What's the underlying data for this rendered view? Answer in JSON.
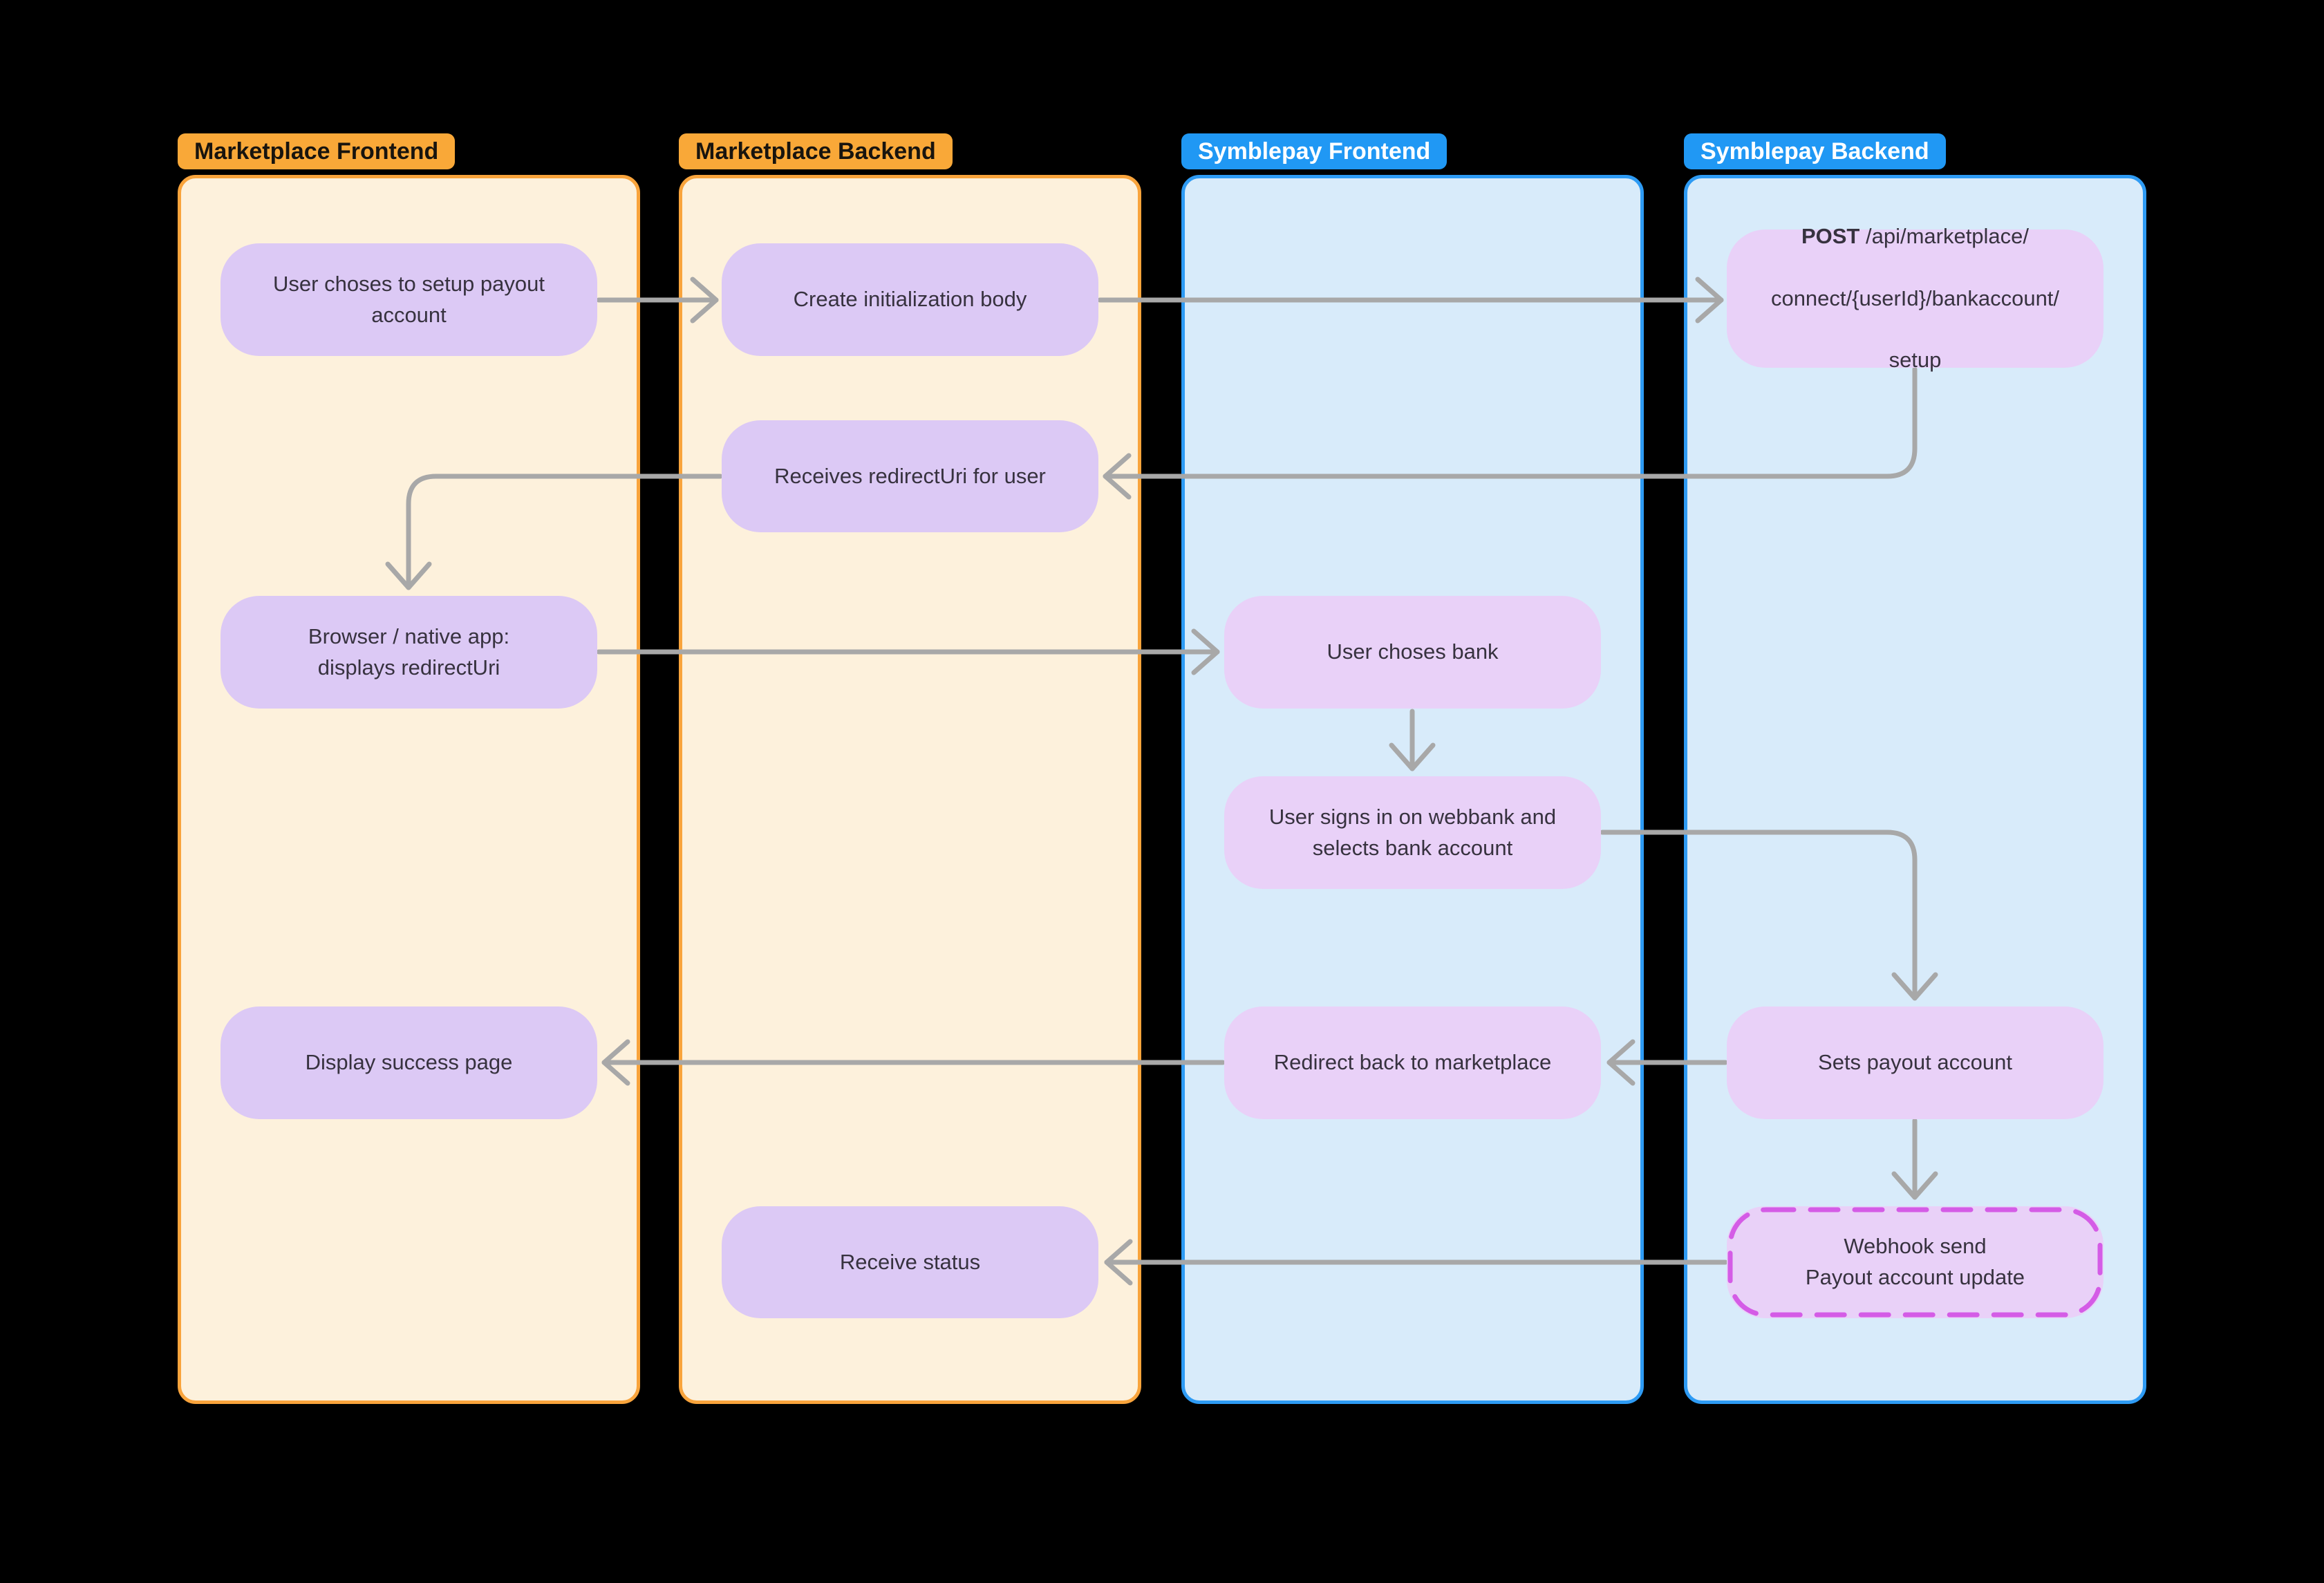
{
  "diagram": {
    "title": "Payout account setup flow",
    "lanes": [
      {
        "id": "marketplace-frontend",
        "label": "Marketplace Frontend",
        "theme": "orange"
      },
      {
        "id": "marketplace-backend",
        "label": "Marketplace Backend",
        "theme": "orange"
      },
      {
        "id": "symblepay-frontend",
        "label": "Symblepay Frontend",
        "theme": "blue"
      },
      {
        "id": "symblepay-backend",
        "label": "Symblepay Backend",
        "theme": "blue"
      }
    ],
    "nodes": {
      "user_setup": {
        "lane": "marketplace-frontend",
        "label": "User choses to setup payout\naccount"
      },
      "create_init": {
        "lane": "marketplace-backend",
        "label": "Create initialization body"
      },
      "post_endpoint": {
        "lane": "symblepay-backend",
        "method": "POST",
        "path_line1": "/api/marketplace/",
        "path_line2": "connect/{userId}/bankaccount/",
        "path_line3": "setup"
      },
      "receives_redirect": {
        "lane": "marketplace-backend",
        "label": "Receives redirectUri for user"
      },
      "browser_display": {
        "lane": "marketplace-frontend",
        "label": "Browser / native app:\ndisplays redirectUri"
      },
      "user_choses_bank": {
        "lane": "symblepay-frontend",
        "label": "User choses bank"
      },
      "user_signs_in": {
        "lane": "symblepay-frontend",
        "label": "User signs in on webbank and\nselects bank account"
      },
      "display_success": {
        "lane": "marketplace-frontend",
        "label": "Display success page"
      },
      "redirect_back": {
        "lane": "symblepay-frontend",
        "label": "Redirect back to marketplace"
      },
      "sets_payout": {
        "lane": "symblepay-backend",
        "label": "Sets payout account"
      },
      "receive_status": {
        "lane": "marketplace-backend",
        "label": "Receive status"
      },
      "webhook_send": {
        "lane": "symblepay-backend",
        "label": "Webhook send\nPayout account update",
        "style": "dashed"
      }
    },
    "edges": [
      {
        "from": "user_setup",
        "to": "create_init"
      },
      {
        "from": "create_init",
        "to": "post_endpoint"
      },
      {
        "from": "post_endpoint",
        "to": "receives_redirect"
      },
      {
        "from": "receives_redirect",
        "to": "browser_display"
      },
      {
        "from": "browser_display",
        "to": "user_choses_bank"
      },
      {
        "from": "user_choses_bank",
        "to": "user_signs_in"
      },
      {
        "from": "user_signs_in",
        "to": "sets_payout"
      },
      {
        "from": "sets_payout",
        "to": "redirect_back"
      },
      {
        "from": "redirect_back",
        "to": "display_success"
      },
      {
        "from": "sets_payout",
        "to": "webhook_send"
      },
      {
        "from": "webhook_send",
        "to": "receive_status"
      }
    ],
    "colors": {
      "canvas_background": "#000000",
      "orange_lane_fill": "#FDF1DC",
      "orange_lane_border": "#F9A43C",
      "orange_header": "#F9A838",
      "blue_lane_fill": "#D8EBFA",
      "blue_lane_border": "#2E9BF4",
      "blue_header": "#2098F4",
      "violet_node": "#DCC9F5",
      "pink_node": "#E9D1F8",
      "dashed_border": "#D45CE6",
      "arrow": "#A8A8A8",
      "node_text": "#37323F"
    }
  }
}
